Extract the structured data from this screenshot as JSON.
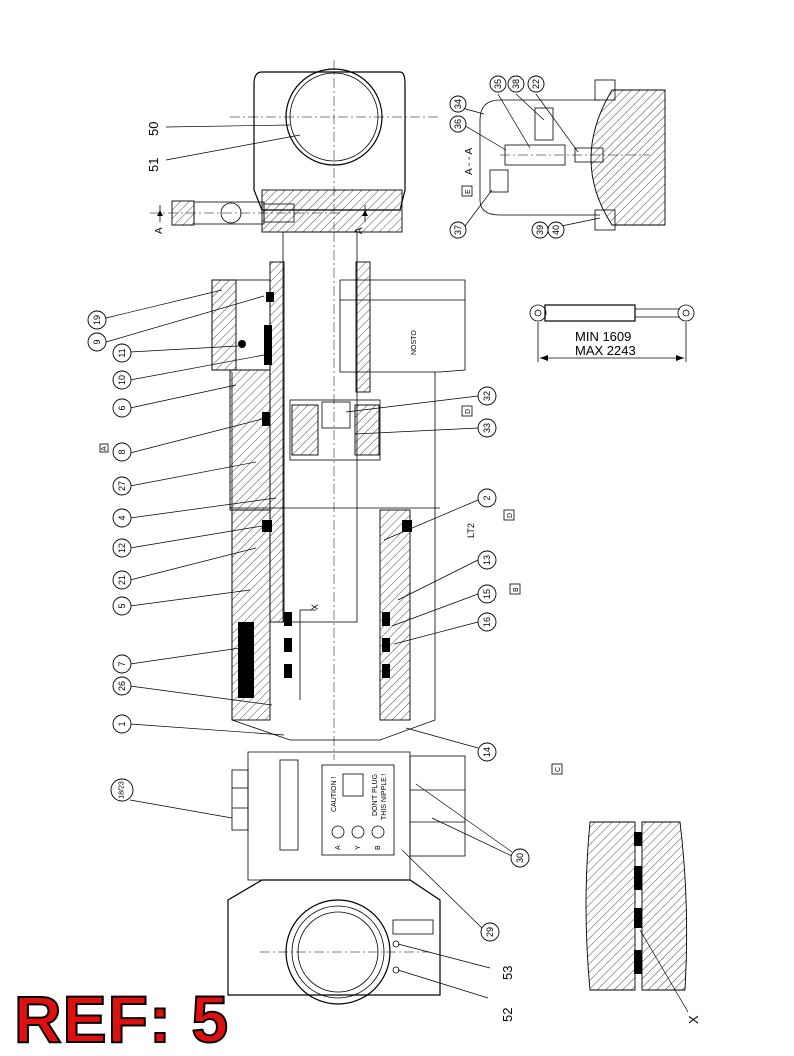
{
  "ref_label": "REF: 5",
  "balloons": [
    "19",
    "9",
    "11",
    "10",
    "6",
    "8",
    "27",
    "4",
    "12",
    "21",
    "5",
    "7",
    "26",
    "1",
    "18/23",
    "32",
    "33",
    "2",
    "13",
    "15",
    "16",
    "14",
    "30",
    "29",
    "34",
    "35",
    "38",
    "22",
    "36",
    "37",
    "39",
    "40"
  ],
  "plain_labels": {
    "l50": "50",
    "l51": "51",
    "l53": "53",
    "l52": "52",
    "lx": "X",
    "lx2": "X",
    "section_a_left": "A",
    "section_a_right": "A",
    "section_aa": "A - - A",
    "lt2": "LT2",
    "nosto": "NOSTO"
  },
  "boxed_labels": {
    "a": "A",
    "b": "B",
    "c": "C",
    "d1": "D",
    "d2": "D",
    "e": "E"
  },
  "stroke_spec": {
    "min": "MIN 1609",
    "max": "MAX 2243"
  },
  "caution_plate": {
    "title": "CAUTION !",
    "line1": "DON'T PLUG",
    "line2": "THIS NIPPLE !",
    "ports": [
      "A",
      "Y",
      "B"
    ]
  }
}
